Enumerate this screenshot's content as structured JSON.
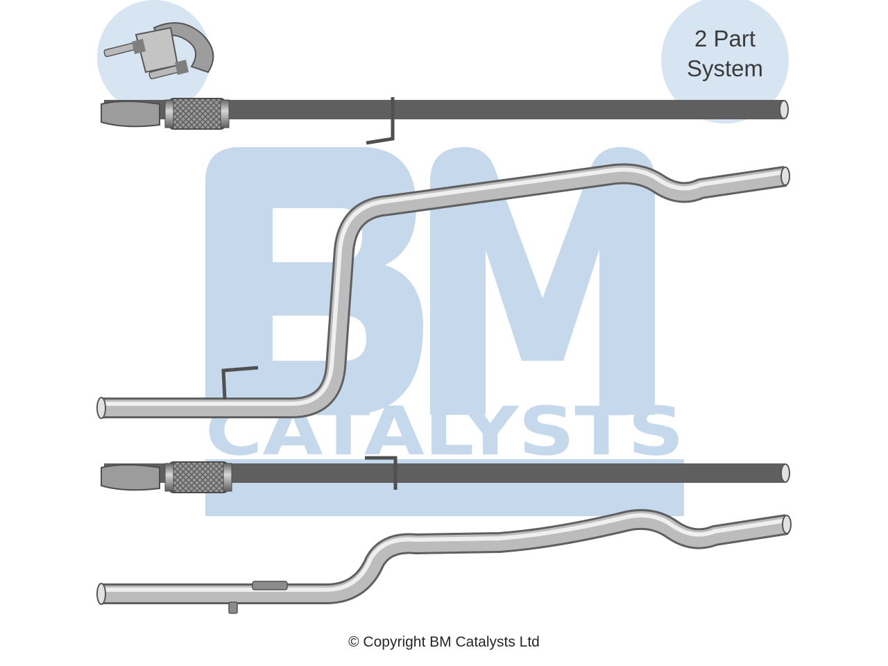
{
  "watermark": {
    "logo_letters": "BM",
    "logo_subtitle": "CATALYSTS",
    "color": "#c5d8ec"
  },
  "badge": {
    "line1": "2 Part",
    "line2": "System",
    "color": "#d7e4f1"
  },
  "copyright": "© Copyright BM Catalysts Ltd",
  "colors": {
    "pipe_dark": "#6f6f6f",
    "pipe_mid": "#a8a8a8",
    "pipe_light": "#e6e6e6"
  }
}
